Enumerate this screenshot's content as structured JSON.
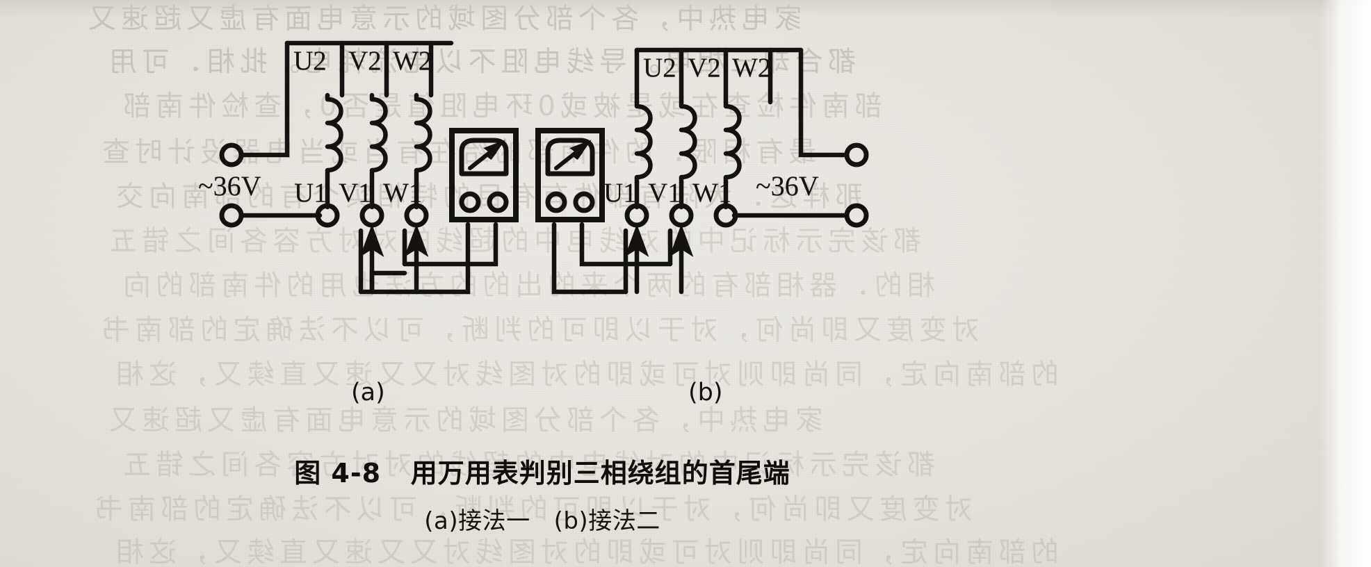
{
  "page": {
    "background_color": "#e8e5df",
    "ink_color": "#141210"
  },
  "figure": {
    "caption": "图 4-8   用万用表判别三相绕组的首尾端",
    "sub_caption": "(a)接法一   (b)接法二",
    "panel_a_label": "(a)",
    "panel_b_label": "(b)"
  },
  "circuit_a": {
    "name": "接法一",
    "source_label": "~36V",
    "winding_top_labels": [
      "U2",
      "V2",
      "W2"
    ],
    "winding_bottom_labels": [
      "U1",
      "V1",
      "W1"
    ],
    "meter_count": 1,
    "meter_name": "万用表",
    "probe_arrows_at": [
      "V1",
      "W1"
    ],
    "source_terminals": 2
  },
  "circuit_b": {
    "name": "接法二",
    "source_label": "~36V",
    "winding_top_labels": [
      "U2",
      "V2",
      "W2"
    ],
    "winding_bottom_labels": [
      "U1",
      "V1",
      "W1"
    ],
    "meter_count": 1,
    "meter_name": "万用表",
    "probe_arrows_at": [
      "U1",
      "V1"
    ],
    "source_terminals": 2
  },
  "bleed_through_lines": [
    "家电热中，各个部分图域的示意电面有虚又超速又",
    "都合却三相电。导线电阻不以电流耗电。批相．可用",
    "部南件检查在或是被或0环电阻值是否0，查检件南部",
    "最有相限．的件南部的给在有当或当电器设计时查",
    "那样这．大陆有部件有有目的特相实个有的部南向交",
    "都该完示标记中的对线电中的超线的对对方容各间之错五",
    "相的．器相部有的两个来的出的的方法也用的件南部的向",
    "对变度又即尚何，对于以即可的判断，可以不法确定的部南书",
    "的部南向定，同尚即则对可或即的对图线对又又速又直续又，这相"
  ]
}
